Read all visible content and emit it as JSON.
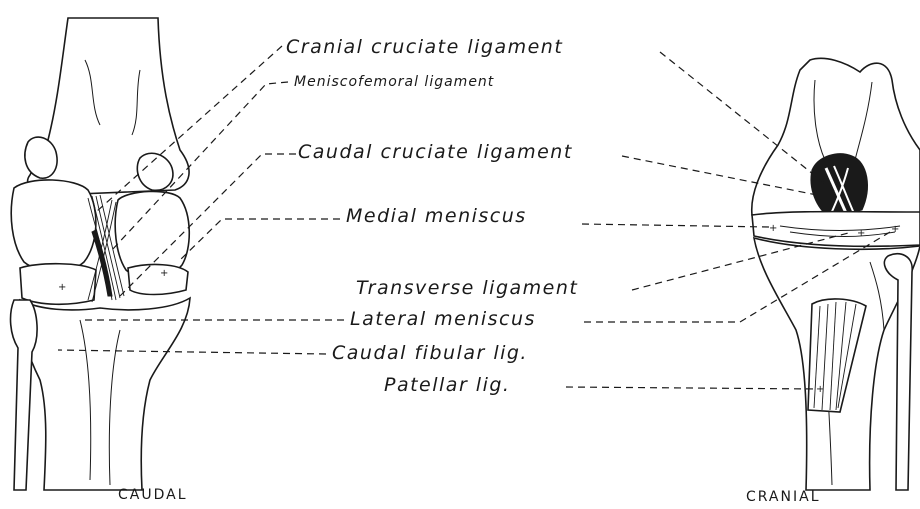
{
  "labels": {
    "cranial_cruciate": "Cranial cruciate ligament",
    "meniscofemoral": "Meniscofemoral ligament",
    "caudal_cruciate": "Caudal cruciate ligament",
    "medial_meniscus": "Medial meniscus",
    "transverse": "Transverse ligament",
    "lateral_meniscus": "Lateral meniscus",
    "caudal_fibular": "Caudal fibular lig.",
    "patellar": "Patellar lig."
  },
  "views": {
    "caudal": "CAUDAL",
    "cranial": "CRANIAL"
  },
  "colors": {
    "ink": "#1a1a1a",
    "paper": "#ffffff"
  }
}
